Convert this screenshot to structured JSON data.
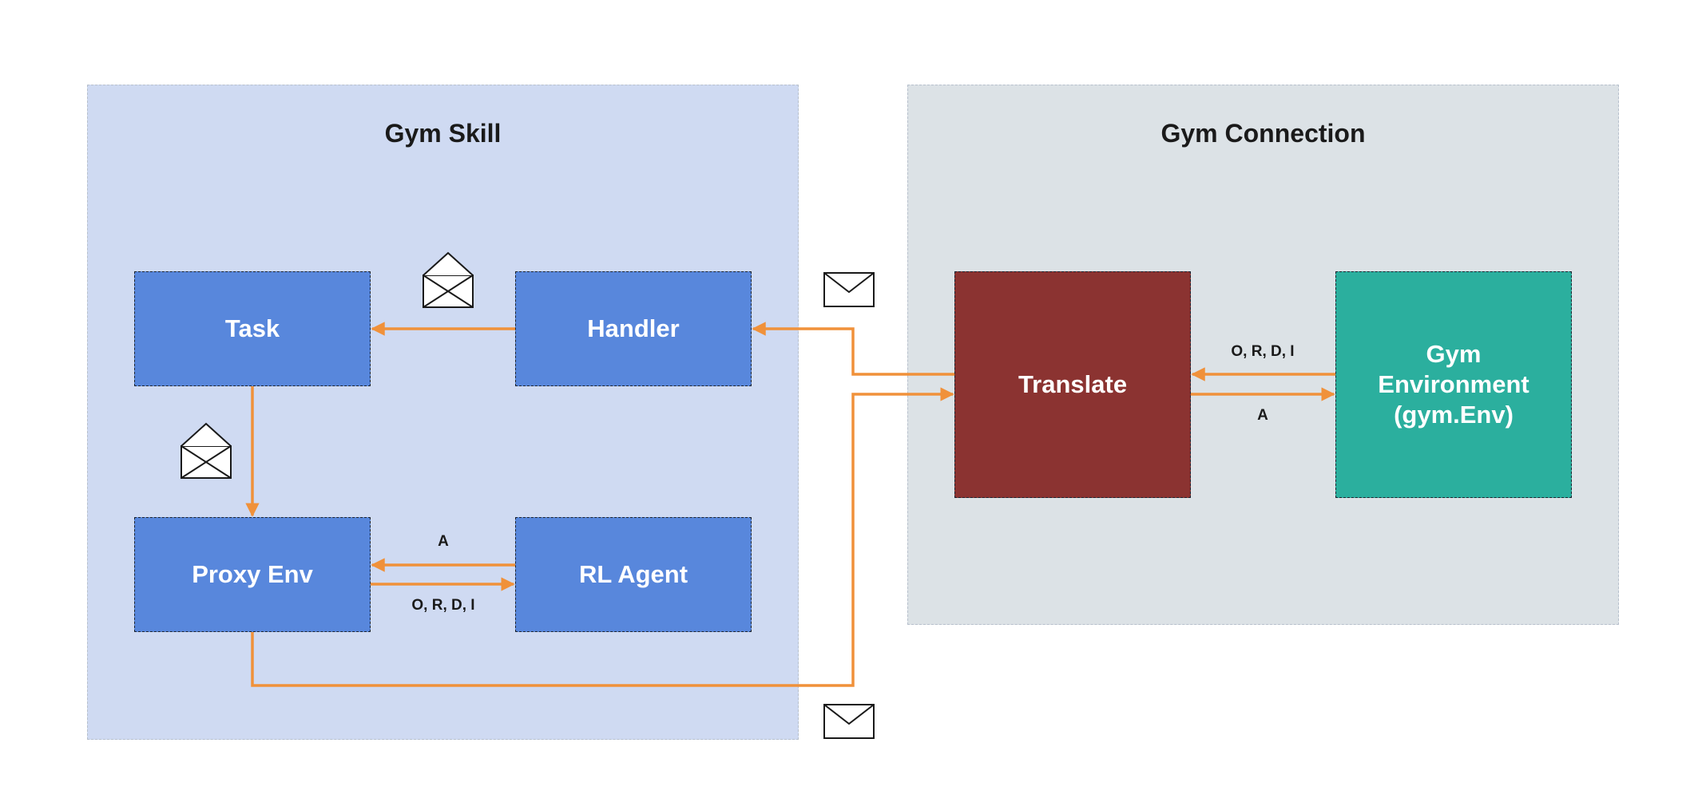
{
  "groups": {
    "skill": {
      "title": "Gym Skill"
    },
    "connection": {
      "title": "Gym Connection"
    }
  },
  "nodes": {
    "task": "Task",
    "handler": "Handler",
    "proxy_env": "Proxy Env",
    "rl_agent": "RL Agent",
    "translate": "Translate",
    "gym_env": "Gym\nEnvironment\n(gym.Env)"
  },
  "edge_labels": {
    "agent_to_proxy": "A",
    "proxy_to_agent": "O, R, D, I",
    "gym_to_translate": "O, R, D, I",
    "translate_to_gym": "A"
  },
  "icons": {
    "message_open": "envelope-open-icon",
    "message_closed": "envelope-closed-icon"
  },
  "colors": {
    "arrow": "#f0913a",
    "skill_bg": "#cfdaf2",
    "connection_bg": "#dce2e6",
    "node_blue": "#5887dc",
    "translate": "#8b3331",
    "gym_env": "#2baf9e"
  }
}
